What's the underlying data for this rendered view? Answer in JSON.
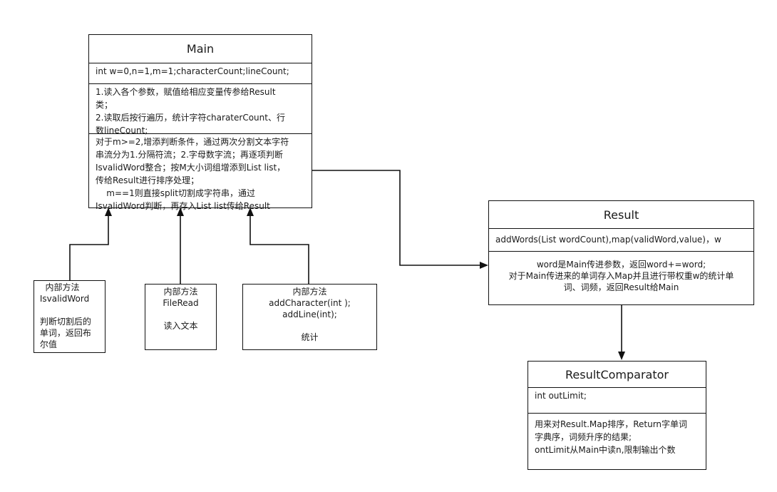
{
  "main": {
    "title": "Main",
    "attributes": "int w=0,n=1,m=1;characterCount;lineCount;",
    "methods1": "1.读入各个参数，赋值给相应变量传参给Result\n类；\n2.读取后按行遍历，统计字符charaterCount、行\n数lineCount;",
    "methods2": "对于m>=2,增添判断条件，通过两次分割文本字符\n串流分为1.分隔符流；2.字母数字流；再逐项判断\nIsvalidWord整合；按M大小词组增添到List list，\n传给Result进行排序处理；\n    m==1则直接split切割成字符串，通过\nIsvalidWord判断，再存入List list传给Result"
  },
  "result": {
    "title": "Result",
    "attributes": "addWords(List wordCount),map(validWord,value)，w",
    "methods": "word是Main传进参数，返回word+=word;\n对于Main传进来的单词存入Map并且进行带权重w的统计单\n词、词频，返回Result给Main"
  },
  "comparator": {
    "title": "ResultComparator",
    "attributes": "int outLimit;",
    "methods": "用来对Result.Map排序，Return字单词\n字典序，词频升序的结果;\nontLimit从Main中读n,限制输出个数"
  },
  "notes": {
    "isvalid": "   内部方法\n IsvalidWord\n\n 判断切割后的\n 单词，返回布\n 尔值",
    "fileread": "内部方法\nFileRead\n\n读入文本",
    "addchar": "内部方法\naddCharacter(int );\naddLine(int);\n\n统计"
  }
}
